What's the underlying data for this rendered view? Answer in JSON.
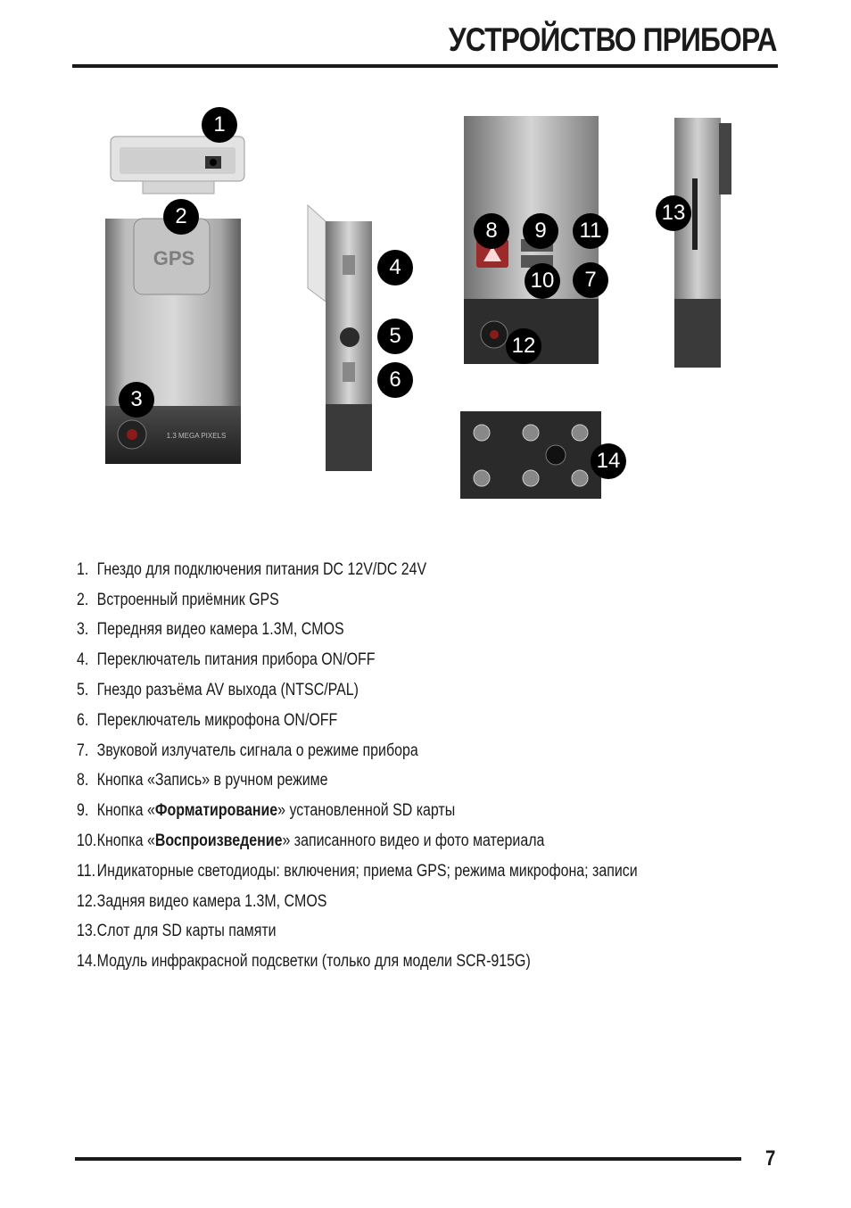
{
  "page_title": "УСТРОЙСТВО ПРИБОРА",
  "page_number": "7",
  "figures": {
    "device_labels": {
      "gps": "GPS",
      "megapixel": "1.3 MEGA PIXELS"
    },
    "callouts": [
      "1",
      "2",
      "3",
      "4",
      "5",
      "6",
      "7",
      "8",
      "9",
      "10",
      "11",
      "12",
      "13",
      "14"
    ]
  },
  "items": [
    {
      "num": "1.",
      "text": "Гнездо для подключения питания  DC 12V/DC 24V"
    },
    {
      "num": "2.",
      "text": "Встроенный приёмник GPS"
    },
    {
      "num": "3.",
      "text": "Передняя видео камера 1.3M, CMOS"
    },
    {
      "num": "4.",
      "text": "Переключатель питания прибора ON/OFF"
    },
    {
      "num": "5.",
      "text": "Гнездо разъёма AV выхода (NTSC/PAL)"
    },
    {
      "num": "6.",
      "text": "Переключатель микрофона ON/OFF"
    },
    {
      "num": "7.",
      "text": "Звуковой излучатель сигнала о режиме прибора"
    },
    {
      "num": "8.",
      "text": "Кнопка «Запись» в ручном режиме"
    },
    {
      "num": "9.",
      "pre": "Кнопка «",
      "bold": "Форматирование",
      "post": "» установленной SD карты"
    },
    {
      "num": "10.",
      "pre": "Кнопка «",
      "bold": "Воспроизведение",
      "post": "» записанного видео и фото материала"
    },
    {
      "num": "11.",
      "text": "Индикаторные светодиоды: включения; приема GPS; режима микрофона; записи"
    },
    {
      "num": "12.",
      "text": "Задняя видео камера 1.3M, CMOS"
    },
    {
      "num": "13.",
      "text": "Слот для SD карты памяти"
    },
    {
      "num": "14.",
      "text": "Модуль инфракрасной подсветки (только для модели SCR-915G)"
    }
  ]
}
